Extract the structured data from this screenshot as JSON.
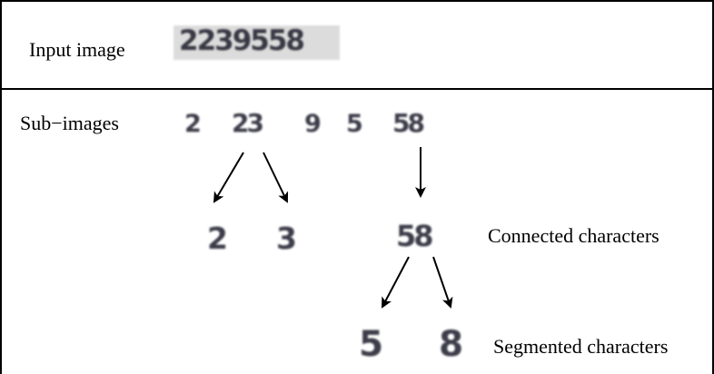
{
  "labels": {
    "input": "Input image",
    "sub_images": "Sub−images",
    "connected": "Connected characters",
    "segmented": "Segmented characters"
  },
  "input_image": {
    "text": "2239558"
  },
  "sub_images": [
    "2",
    "23",
    "9",
    "5",
    "58"
  ],
  "connected": [
    "2",
    "3",
    "58"
  ],
  "segmented": [
    "5",
    "8"
  ]
}
